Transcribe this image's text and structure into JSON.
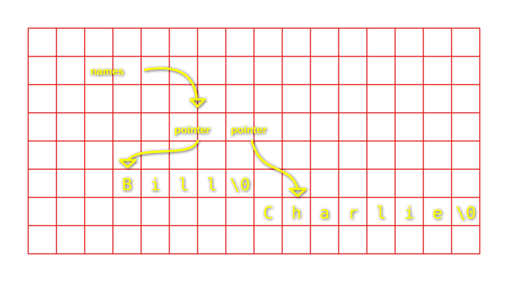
{
  "colors": {
    "grid": "#e02020",
    "annotation": "#ffff00",
    "background": "#ffffff"
  },
  "grid": {
    "columns": 16,
    "rows": 8
  },
  "labels": {
    "names": "names",
    "pointer_1": "pointer",
    "pointer_2": "pointer"
  },
  "strings": {
    "bill": [
      "B",
      "i",
      "l",
      "l",
      "\\0"
    ],
    "charlie": [
      "C",
      "h",
      "a",
      "r",
      "l",
      "i",
      "e",
      "\\0"
    ]
  }
}
